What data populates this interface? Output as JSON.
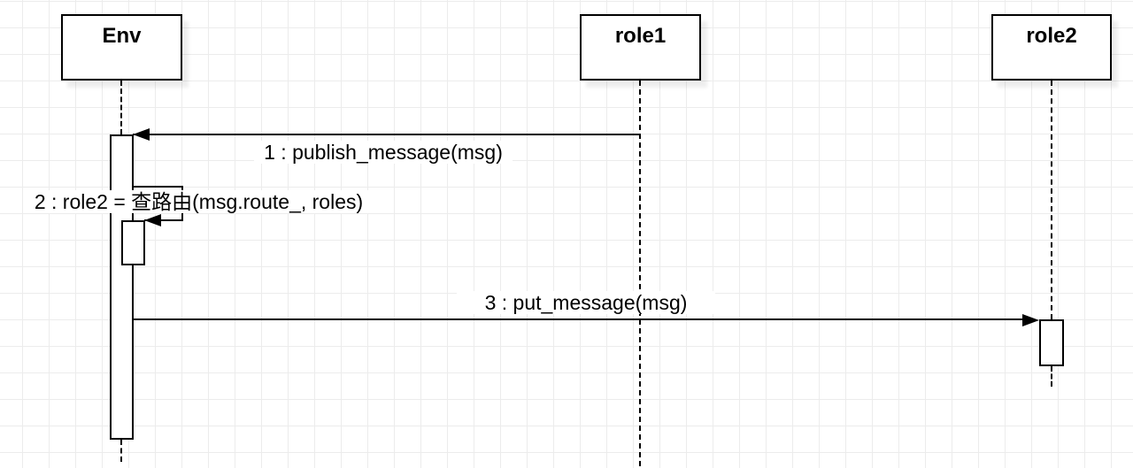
{
  "diagram": {
    "type": "uml-sequence",
    "actors": [
      {
        "id": "env",
        "label": "Env"
      },
      {
        "id": "role1",
        "label": "role1"
      },
      {
        "id": "role2",
        "label": "role2"
      }
    ],
    "messages": [
      {
        "num": 1,
        "label": "1 : publish_message(msg)",
        "from": "role1",
        "to": "Env",
        "kind": "call"
      },
      {
        "num": 2,
        "label": "2 : role2 = 查路由(msg.route_, roles)",
        "from": "Env",
        "to": "Env",
        "kind": "self-call"
      },
      {
        "num": 3,
        "label": "3 : put_message(msg)",
        "from": "Env",
        "to": "role2",
        "kind": "call"
      }
    ],
    "colors": {
      "line": "#000000",
      "shape_fill": "#ffffff",
      "grid_line": "#ececec",
      "background": "#ffffff"
    }
  }
}
